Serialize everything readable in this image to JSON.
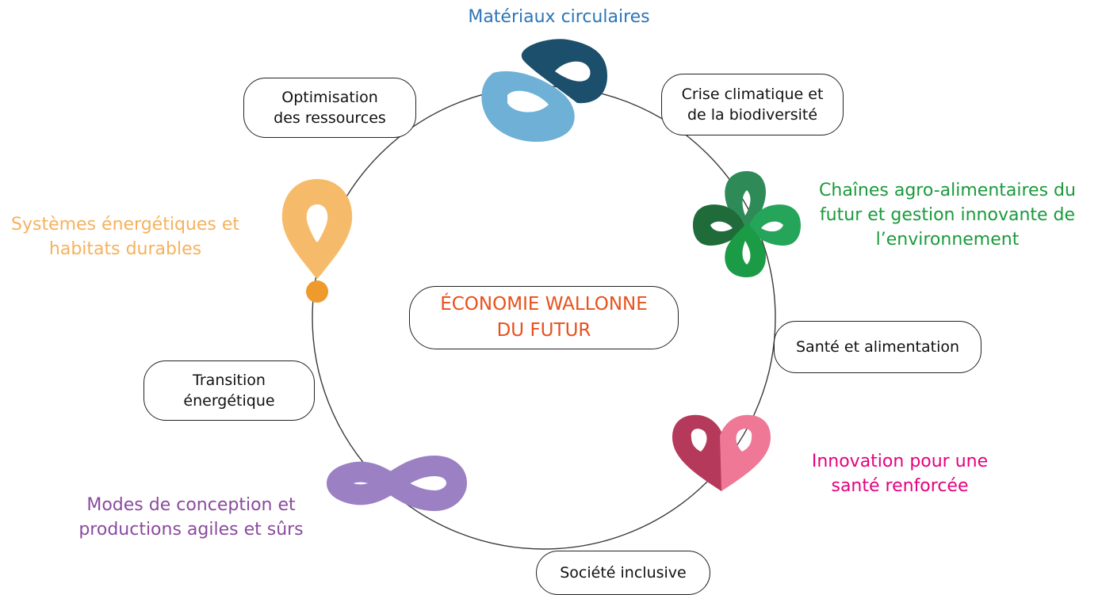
{
  "center": {
    "line1": "ÉCONOMIE WALLONNE",
    "line2": "DU FUTUR",
    "color": "#e8501c"
  },
  "pills": {
    "optimisation": {
      "line1": "Optimisation",
      "line2": "des ressources"
    },
    "crise": {
      "line1": "Crise climatique et",
      "line2": "de la biodiversité"
    },
    "sante_alim": {
      "line1": "Santé et alimentation"
    },
    "transition": {
      "line1": "Transition",
      "line2": "énergétique"
    },
    "societe": {
      "line1": "Société inclusive"
    }
  },
  "domains": {
    "materiaux": {
      "line1": "Matériaux circulaires",
      "color": "#2e75b6",
      "icon": "infinity-loop-icon",
      "icon_colors": [
        "#1b4f6b",
        "#6fb1d6"
      ]
    },
    "chaines": {
      "line1": "Chaînes agro-alimentaires du",
      "line2": "futur et gestion innovante de",
      "line3": "l’environnement",
      "color": "#1a9a3b",
      "icon": "clover-icon",
      "icon_colors": [
        "#2e8b57",
        "#1f6b3a",
        "#25a55a"
      ]
    },
    "systemes": {
      "line1": "Systèmes énergétiques et",
      "line2": "habitats durables",
      "color": "#f6b15c",
      "icon": "map-pin-icon",
      "icon_colors": [
        "#f6bb6a",
        "#ef9a2c"
      ]
    },
    "innovation": {
      "line1": "Innovation pour une",
      "line2": "santé renforcée",
      "color": "#e5007e",
      "icon": "heart-icon",
      "icon_colors": [
        "#b5395b",
        "#ee7895"
      ]
    },
    "modes": {
      "line1": "Modes de conception et",
      "line2": "productions agiles et sûrs",
      "color": "#8a4a9e",
      "icon": "infinity-icon",
      "icon_colors": [
        "#9b80c4"
      ]
    }
  }
}
